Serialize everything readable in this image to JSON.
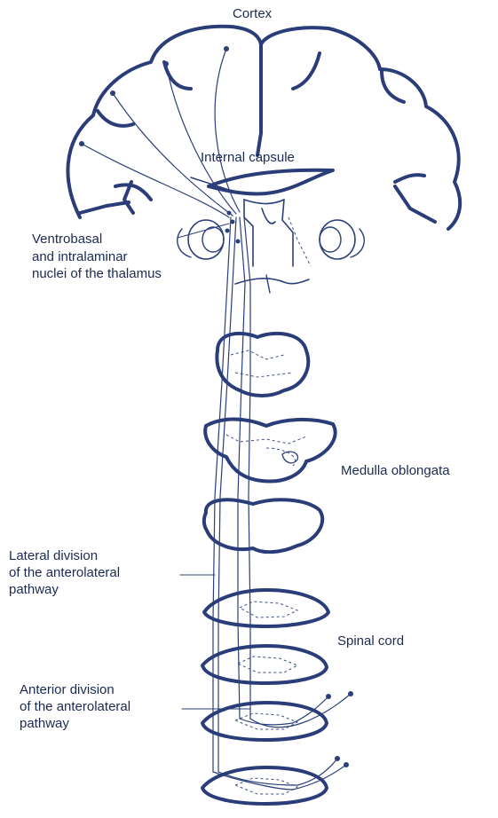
{
  "labels": {
    "cortex": "Cortex",
    "internal_capsule": "Internal capsule",
    "thalamus": [
      "Ventrobasal",
      "and intralaminar",
      "nuclei of the thalamus"
    ],
    "medulla": "Medulla oblongata",
    "lateral_division": [
      "Lateral division",
      "of the anterolateral",
      "pathway"
    ],
    "spinal_cord": "Spinal cord",
    "anterior_division": [
      "Anterior division",
      "of the anterolateral",
      "pathway"
    ]
  },
  "colors": {
    "ink": "#2b3f7a",
    "text": "#1c2a52",
    "background": "#ffffff"
  }
}
